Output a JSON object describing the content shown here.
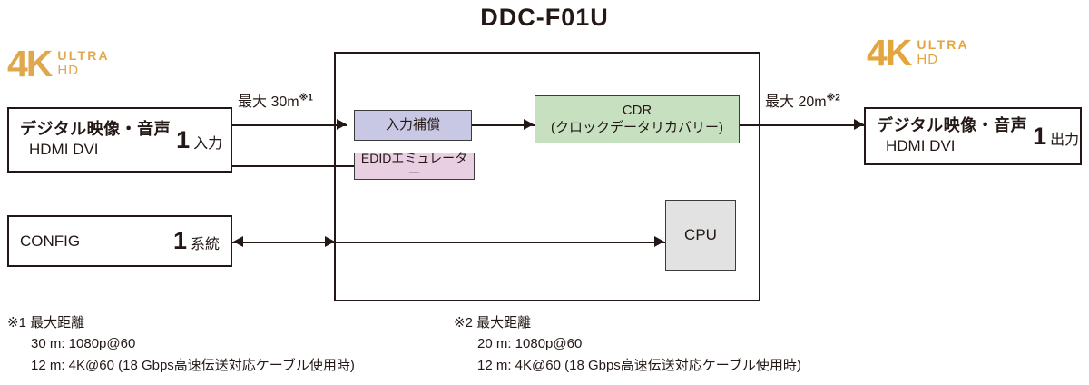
{
  "title": "DDC-F01U",
  "logos": {
    "left": {
      "big": "4K",
      "ultra": "ULTRA",
      "hd": "HD",
      "color": "#e0a84e"
    },
    "right": {
      "big": "4K",
      "ultra": "ULTRA",
      "hd": "HD",
      "color": "#e3a63f"
    }
  },
  "input_box": {
    "title": "デジタル映像・音声",
    "sub": "HDMI DVI",
    "count": "1",
    "unit": "入力"
  },
  "config_box": {
    "label": "CONFIG",
    "count": "1",
    "unit": "系統"
  },
  "output_box": {
    "title": "デジタル映像・音声",
    "sub": "HDMI DVI",
    "count": "1",
    "unit": "出力"
  },
  "blocks": {
    "input_compensation": {
      "label": "入力補償",
      "color": "#c8c8e4"
    },
    "edid_emulator": {
      "label": "EDIDエミュレーター",
      "color": "#e8cfe2"
    },
    "cdr": {
      "line1": "CDR",
      "line2": "(クロックデータリカバリー)",
      "color": "#c6e0c0"
    },
    "cpu": {
      "label": "CPU",
      "color": "#e2e2e2"
    }
  },
  "distances": {
    "input": {
      "text": "最大 30m",
      "note": "※1"
    },
    "output": {
      "text": "最大 20m",
      "note": "※2"
    }
  },
  "footnotes": [
    {
      "head": "※1 最大距離",
      "lines": [
        "30 m: 1080p@60",
        "12 m: 4K@60 (18 Gbps高速伝送対応ケーブル使用時)"
      ]
    },
    {
      "head": "※2 最大距離",
      "lines": [
        "20 m: 1080p@60",
        "12 m: 4K@60 (18 Gbps高速伝送対応ケーブル使用時)"
      ]
    }
  ]
}
